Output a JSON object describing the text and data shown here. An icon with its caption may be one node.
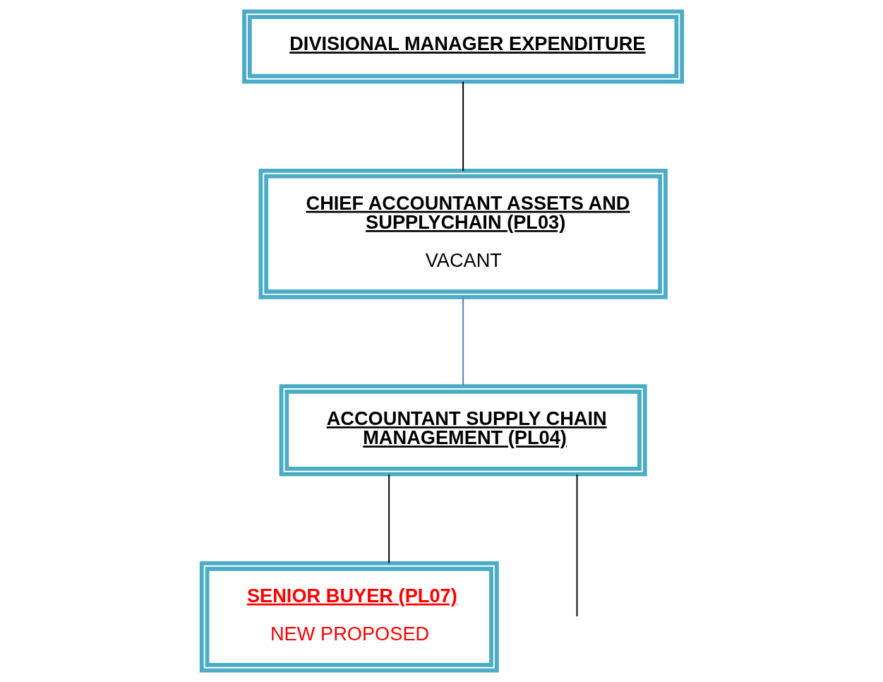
{
  "diagram": {
    "nodes": [
      {
        "text": [
          "DIVISIONAL MANAGER EXPENDITURE"
        ]
      },
      {
        "text": [
          "CHIEF ACCOUNTANT ASSETS AND SUPPLYCHAIN (PL03)",
          "VACANT"
        ]
      },
      {
        "text": [
          "ACCOUNTANT SUPPLY CHAIN MANAGEMENT (PL04)"
        ]
      },
      {
        "text": [
          "SENIOR BUYER (PL07)",
          "NEW PROPOSED"
        ]
      }
    ],
    "edges": [
      {
        "from": 0,
        "to": 1,
        "arrow": "none"
      },
      {
        "from": 1,
        "to": 2,
        "arrow": "none",
        "color": "#4f81bd"
      },
      {
        "from": 2,
        "to": 3,
        "arrow": "none"
      },
      {
        "from": 2,
        "to": null,
        "arrow": "none"
      }
    ]
  }
}
